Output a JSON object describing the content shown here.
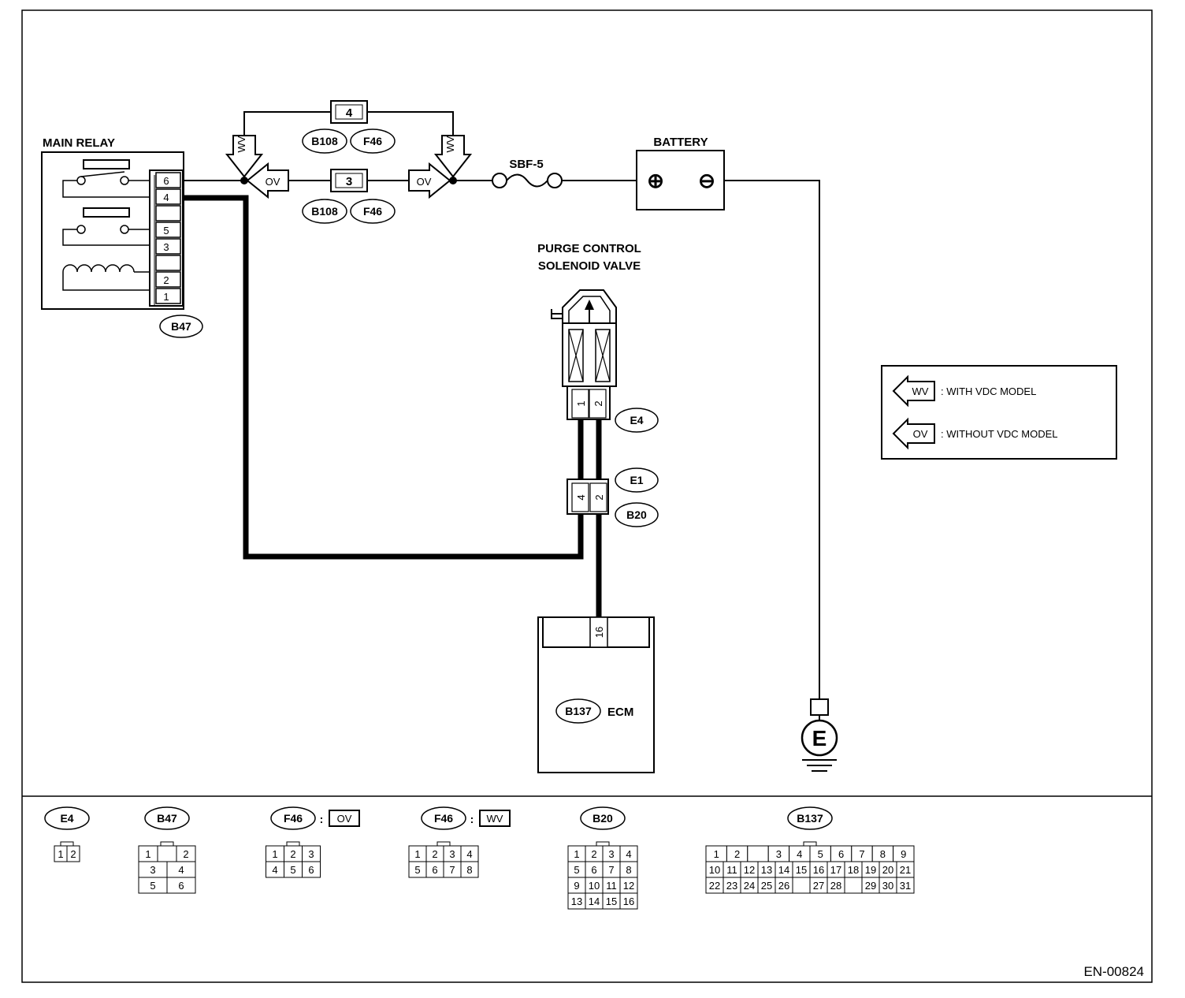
{
  "diagram": {
    "code": "EN-00824",
    "main_relay": {
      "title": "MAIN RELAY",
      "connector": "B47",
      "pins": [
        "6",
        "4",
        "",
        "5",
        "3",
        "",
        "2",
        "1"
      ]
    },
    "battery": {
      "title": "BATTERY",
      "plus_symbol": "⊕",
      "minus_symbol": "⊖"
    },
    "fuse": {
      "label": "SBF-5"
    },
    "upper_path": {
      "pin": "4",
      "conn_a": "B108",
      "conn_b": "F46",
      "arrow_label": "WV"
    },
    "lower_path": {
      "pin": "3",
      "conn_a": "B108",
      "conn_b": "F46",
      "arrow_label": "OV"
    },
    "purge_valve": {
      "title_line1": "PURGE CONTROL",
      "title_line2": "SOLENOID VALVE",
      "connector": "E4",
      "pins": [
        "1",
        "2"
      ]
    },
    "joint": {
      "connector_top": "E1",
      "connector_bottom": "B20",
      "pins": [
        "4",
        "2"
      ]
    },
    "ecm": {
      "label": "ECM",
      "connector": "B137",
      "pin": "16"
    },
    "ground": {
      "symbol": "E"
    },
    "legend": [
      {
        "tag": "WV",
        "text": ": WITH VDC MODEL"
      },
      {
        "tag": "OV",
        "text": ": WITHOUT VDC MODEL"
      }
    ],
    "connector_views": [
      {
        "id": "E4",
        "suffix": "",
        "rows": [
          [
            "1",
            "2"
          ]
        ]
      },
      {
        "id": "B47",
        "suffix": "",
        "rows": [
          [
            "1",
            "",
            "2"
          ],
          [
            "3",
            "4"
          ],
          [
            "5",
            "6"
          ]
        ]
      },
      {
        "id": "F46",
        "suffix": "OV",
        "rows": [
          [
            "1",
            "2",
            "3"
          ],
          [
            "4",
            "5",
            "6"
          ]
        ]
      },
      {
        "id": "F46",
        "suffix": "WV",
        "rows": [
          [
            "1",
            "2",
            "3",
            "4"
          ],
          [
            "5",
            "6",
            "7",
            "8"
          ]
        ]
      },
      {
        "id": "B20",
        "suffix": "",
        "rows": [
          [
            "1",
            "2",
            "3",
            "4"
          ],
          [
            "5",
            "6",
            "7",
            "8"
          ],
          [
            "9",
            "10",
            "11",
            "12"
          ],
          [
            "13",
            "14",
            "15",
            "16"
          ]
        ]
      },
      {
        "id": "B137",
        "suffix": "",
        "rows": [
          [
            "1",
            "2",
            "",
            "3",
            "4",
            "5",
            "6",
            "7",
            "8",
            "9"
          ],
          [
            "10",
            "11",
            "12",
            "13",
            "14",
            "15",
            "16",
            "17",
            "18",
            "19",
            "20",
            "21"
          ],
          [
            "22",
            "23",
            "24",
            "25",
            "26",
            "",
            "27",
            "28",
            "",
            "29",
            "30",
            "31"
          ]
        ]
      }
    ]
  }
}
